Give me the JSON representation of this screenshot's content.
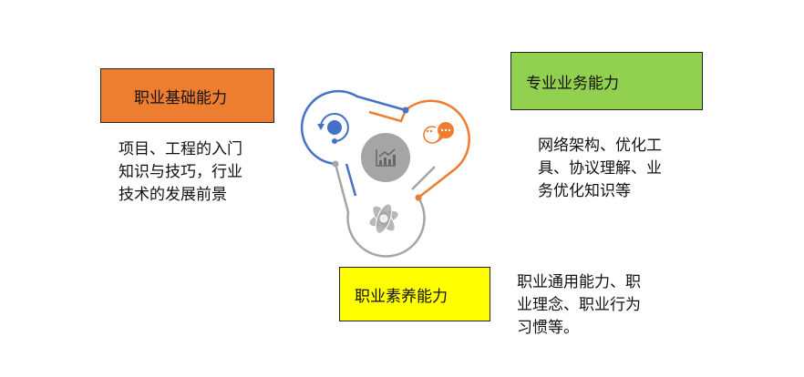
{
  "boxes": {
    "basic": {
      "label": "职业基础能力",
      "color": "#ED7D31",
      "desc": "项目、工程的入门\n知识与技巧，行业\n技术的发展前景"
    },
    "professional": {
      "label": "专业业务能力",
      "color": "#92D050",
      "desc": "网络架构、优化工\n具、协议理解、业\n务优化知识等"
    },
    "literacy": {
      "label": "职业素养能力",
      "color": "#FFFF00",
      "desc": "职业通用能力、职\n业理念、职业行为\n习惯等。"
    }
  },
  "colors": {
    "blue": "#4472C4",
    "orange": "#ED7D31",
    "gray": "#A5A5A5"
  }
}
